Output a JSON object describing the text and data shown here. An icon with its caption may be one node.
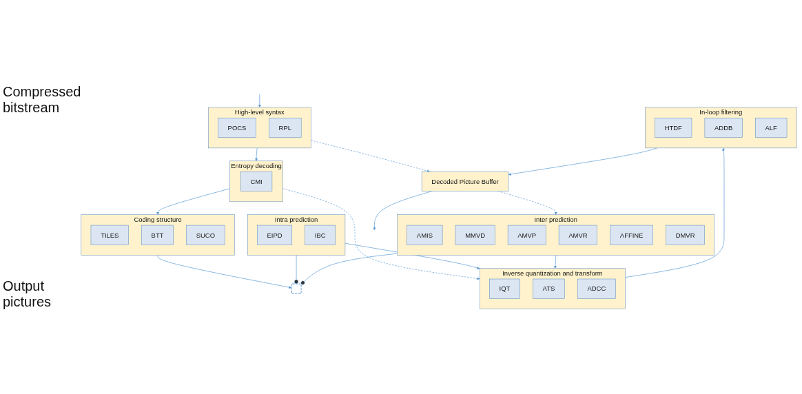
{
  "diagram": {
    "nodes": [
      {
        "text": [
          "High-level syntax"
        ]
      },
      {
        "text": [
          "POCS"
        ],
        "in": 0
      },
      {
        "text": [
          "RPL"
        ],
        "in": 0
      },
      {
        "text": [
          "Entropy decoding"
        ]
      },
      {
        "text": [
          "CMI"
        ],
        "in": 3
      },
      {
        "text": [
          "Coding structure"
        ]
      },
      {
        "text": [
          "TILES"
        ],
        "in": 5
      },
      {
        "text": [
          "BTT"
        ],
        "in": 5
      },
      {
        "text": [
          "SUCO"
        ],
        "in": 5
      },
      {
        "text": [
          "Inverse quantization and transform"
        ]
      },
      {
        "text": [
          "IQT"
        ],
        "in": 9
      },
      {
        "text": [
          "ATS"
        ],
        "in": 9
      },
      {
        "text": [
          "ADCC"
        ],
        "in": 9
      },
      {
        "text": [
          "Intra prediction"
        ]
      },
      {
        "text": [
          "EIPD"
        ],
        "in": 13
      },
      {
        "text": [
          "IBC"
        ],
        "in": 13
      },
      {
        "text": [
          "Inter prediction"
        ]
      },
      {
        "text": [
          "AMIS"
        ],
        "in": 16
      },
      {
        "text": [
          "MMVD"
        ],
        "in": 16
      },
      {
        "text": [
          "AMVP"
        ],
        "in": 16
      },
      {
        "text": [
          "AMVR"
        ],
        "in": 16
      },
      {
        "text": [
          "AFFINE"
        ],
        "in": 16
      },
      {
        "text": [
          "DMVR"
        ],
        "in": 16
      },
      {
        "text": [
          "Decoded Picture Buffer"
        ]
      },
      {
        "text": [
          "In-loop filtering"
        ]
      },
      {
        "text": [
          "HTDF"
        ],
        "in": 24
      },
      {
        "text": [
          "ADDB"
        ],
        "in": 24
      },
      {
        "text": [
          "ALF"
        ],
        "in": 24
      },
      {
        "text": [],
        "shape": "arc"
      }
    ],
    "edges": [
      {
        "from": null,
        "to": 0,
        "arrow": "to"
      },
      {
        "from": 0,
        "to": 3,
        "arrow": "to"
      },
      {
        "from": 3,
        "to": 5,
        "arrow": "to"
      },
      {
        "from": 0,
        "to": 23,
        "arrow": "to",
        "style": "dashed"
      },
      {
        "from": 3,
        "to": 9,
        "arrow": "to",
        "style": "dashed"
      },
      {
        "from": 5,
        "to": 28,
        "arrow": "to"
      },
      {
        "from": 13,
        "to": 28,
        "arrow": "other"
      },
      {
        "from": 16,
        "to": 28,
        "arrow": "other"
      },
      {
        "from": 13,
        "to": 9,
        "arrow": "to"
      },
      {
        "from": 16,
        "to": 9,
        "arrow": "to"
      },
      {
        "from": 9,
        "to": 24,
        "arrow": "to"
      },
      {
        "from": 24,
        "to": 23,
        "arrow": "to"
      },
      {
        "from": 23,
        "to": null,
        "arrow": "to"
      },
      {
        "from": 23,
        "to": 16,
        "arrow": "to",
        "style": "dashed"
      }
    ],
    "labels": [
      "Compressed bitstream",
      "Output pictures"
    ]
  }
}
